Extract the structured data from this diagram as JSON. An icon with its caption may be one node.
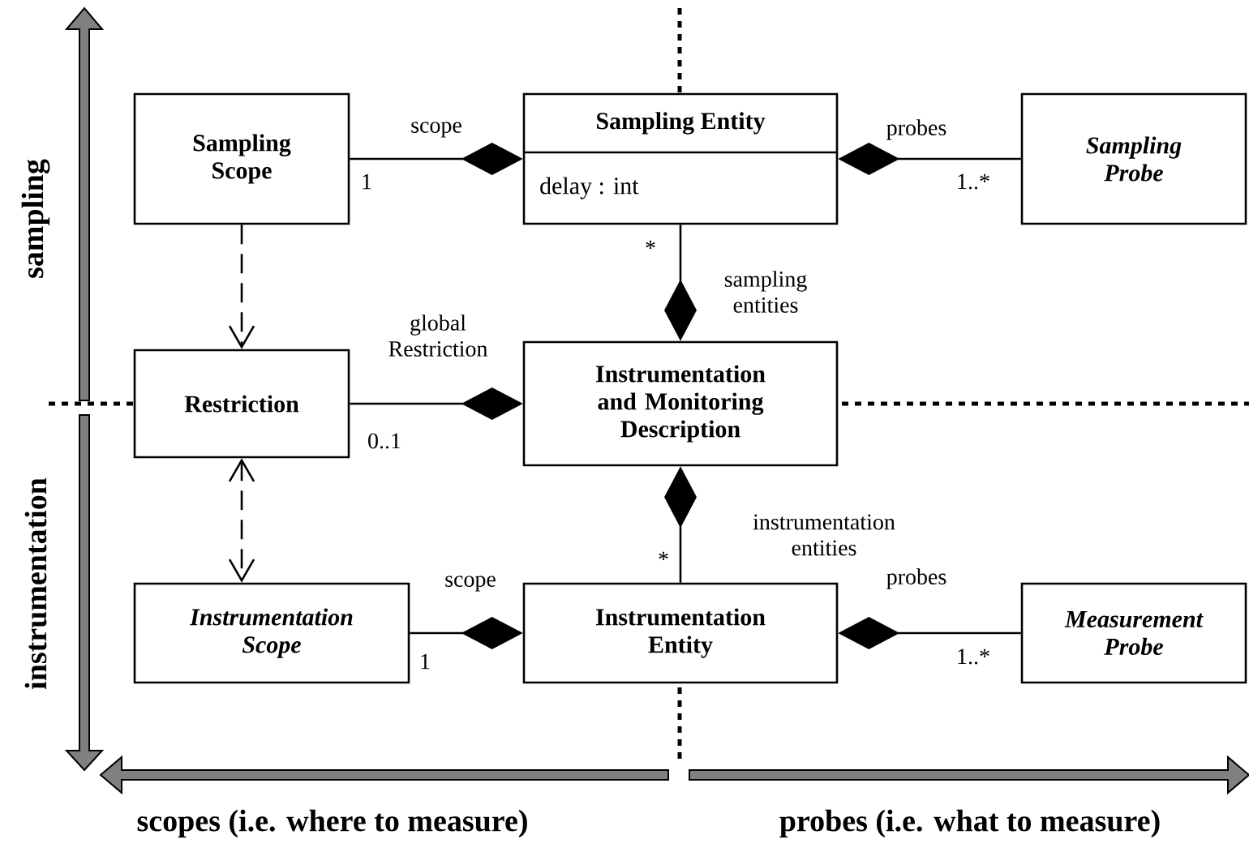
{
  "diagram": {
    "nodes": [
      {
        "text": [
          "Sampling Scope"
        ]
      },
      {
        "text": [
          "Sampling Entity",
          "delay : int"
        ]
      },
      {
        "text": [
          "Sampling Probe"
        ]
      },
      {
        "text": [
          "Restriction"
        ]
      },
      {
        "text": [
          "Instrumentation and Monitoring Description"
        ]
      },
      {
        "text": [
          "Instrumentation Scope"
        ]
      },
      {
        "text": [
          "Instrumentation Entity"
        ]
      },
      {
        "text": [
          "Measurement Probe"
        ]
      }
    ],
    "edges": [
      {
        "from": 0,
        "to": 1,
        "arrow": "other",
        "label": "scope"
      },
      {
        "from": 2,
        "to": 1,
        "arrow": "other",
        "label": "probes"
      },
      {
        "from": 1,
        "to": 4,
        "arrow": "other",
        "label": "sampling entities"
      },
      {
        "from": 3,
        "to": 4,
        "arrow": "other",
        "label": "global Restriction"
      },
      {
        "from": 6,
        "to": 4,
        "arrow": "other",
        "label": "instrumentation entities"
      },
      {
        "from": 5,
        "to": 6,
        "arrow": "other",
        "label": "scope"
      },
      {
        "from": 7,
        "to": 6,
        "arrow": "other",
        "label": "probes"
      },
      {
        "from": 0,
        "to": 3,
        "arrow": "to",
        "style": "dashed"
      },
      {
        "from": 3,
        "to": 5,
        "arrow": "both",
        "style": "dashed"
      }
    ],
    "labels": [
      "sampling",
      "1",
      "1..*",
      "*",
      "0..1",
      "instrumentation",
      "*",
      "1",
      "1..*",
      "scopes (i.e. where to measure)",
      "probes (i.e. what to measure)"
    ]
  }
}
